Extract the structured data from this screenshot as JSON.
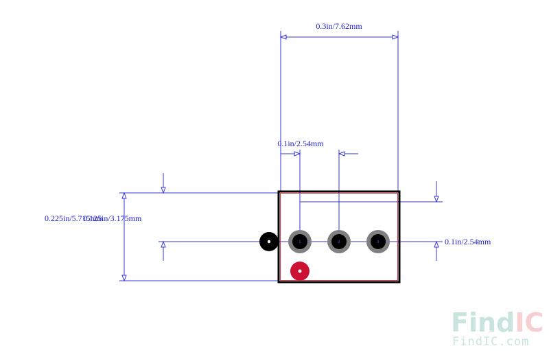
{
  "dimensions": {
    "width_total": "0.3in/7.62mm",
    "pin_pitch": "0.1in/2.54mm",
    "height_total": "0.225in/5.715mm",
    "height_offset": "0.125in/3.175mm",
    "pin_row_offset": "0.1in/2.54mm"
  },
  "pins": [
    {
      "number": "1"
    },
    {
      "number": "2"
    },
    {
      "number": "3"
    }
  ],
  "watermark": {
    "brand_find": "Find",
    "brand_ic": "IC",
    "url": "FindIC.com"
  },
  "colors": {
    "dimension": "#3333dd",
    "outline": "#000000",
    "outline_inner": "#dd3344",
    "pad_ring": "#808080",
    "pad_core": "#000000",
    "marker": "#cc1133",
    "watermark_find": "#c9e4dc",
    "watermark_ic": "#f6cfd2"
  }
}
